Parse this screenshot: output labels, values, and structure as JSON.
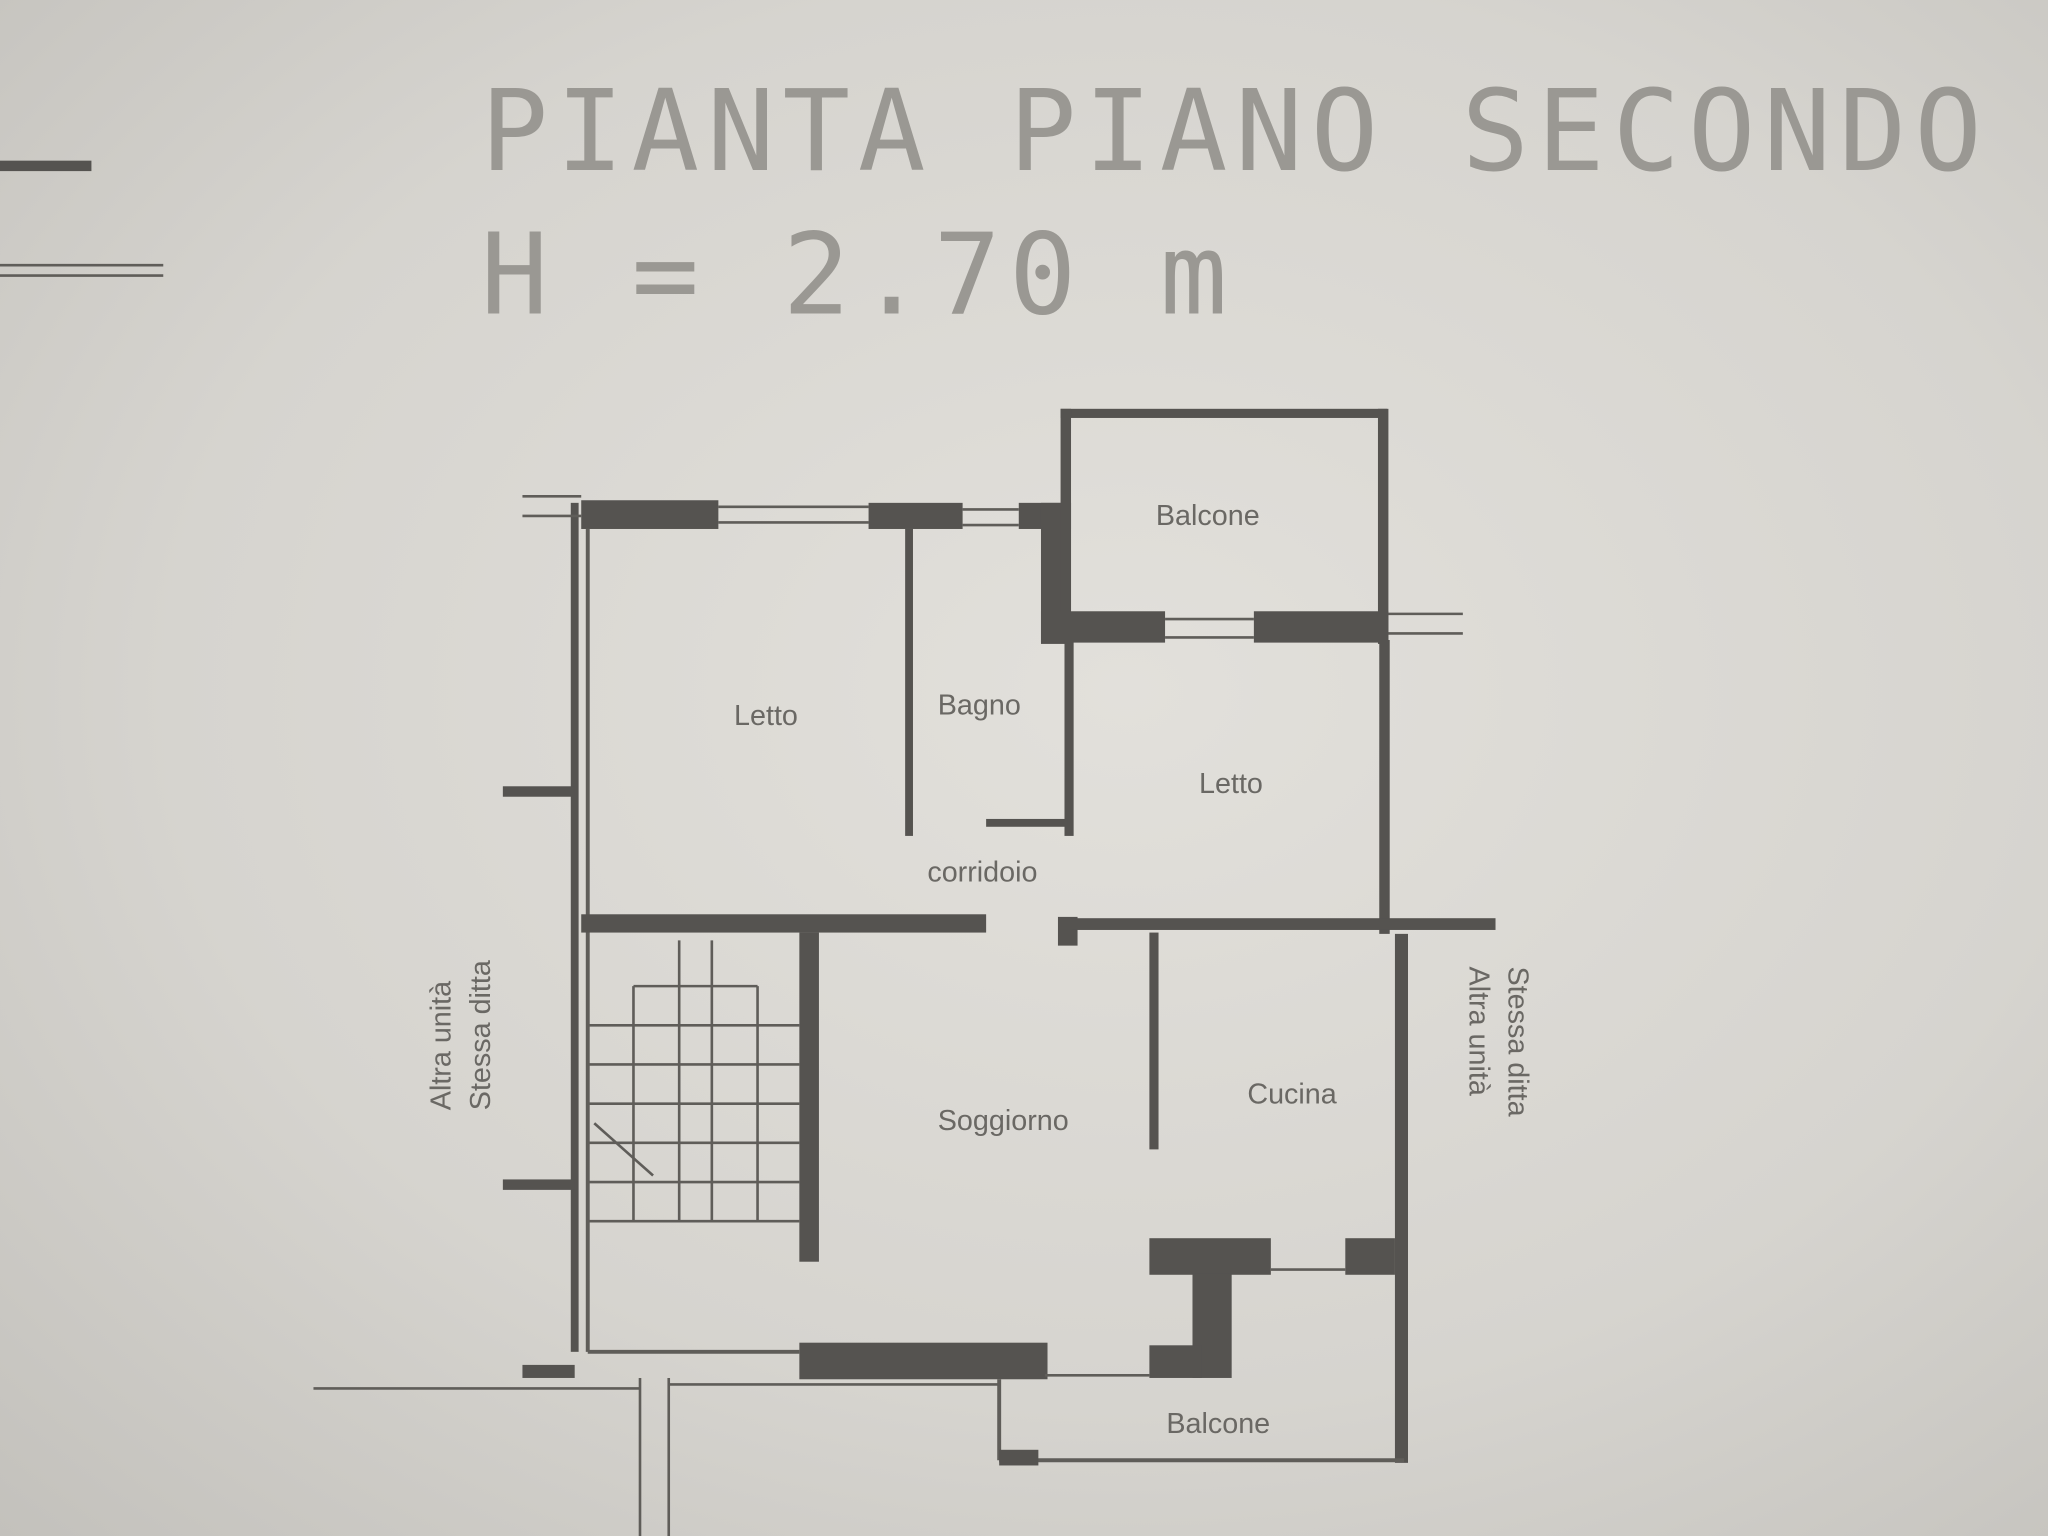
{
  "title": "PIANTA PIANO SECONDO",
  "height_note": "H = 2.70 m",
  "rooms": {
    "letto_left": "Letto",
    "bagno": "Bagno",
    "letto_right": "Letto",
    "corridoio": "corridoio",
    "soggiorno": "Soggiorno",
    "cucina": "Cucina",
    "balcone_top": "Balcone",
    "balcone_bottom": "Balcone"
  },
  "neighbors": {
    "left": {
      "line1": "Altra unità",
      "line2": "Stessa ditta"
    },
    "right": {
      "line1": "Altra unità",
      "line2": "Stessa ditta"
    }
  },
  "colors": {
    "paper": "#d9d7d2",
    "wall": "#555350",
    "text": "#6a6864"
  }
}
